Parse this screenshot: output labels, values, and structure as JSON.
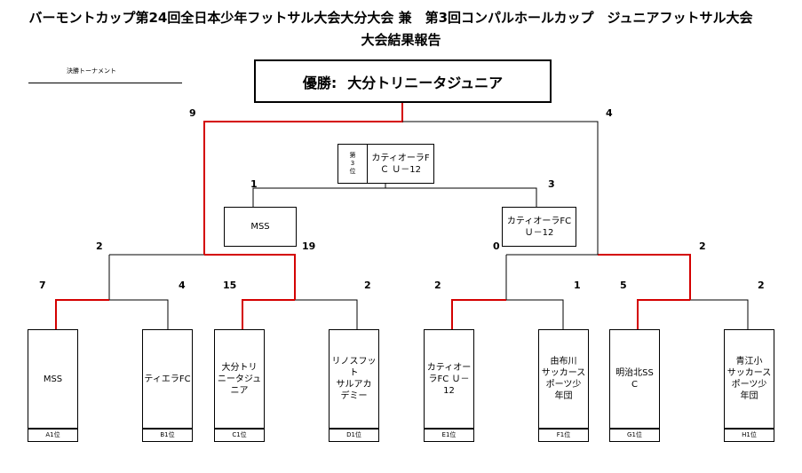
{
  "header": {
    "title": "バーモントカップ第24回全日本少年フットサル大会大分大会 兼　第3回コンパルホールカップ　ジュニアフットサル大会",
    "subtitle": "大会結果報告",
    "section_label": "決勝トーナメント"
  },
  "champion": {
    "label": "優勝:",
    "team": "大分トリニータジュニア"
  },
  "third_place": {
    "tag": "第\n3\n位",
    "team": "カティオーラF\nＣ Ｕ－12"
  },
  "semifinal_teams": {
    "left": "MSS",
    "right": "カティオーラFC\nＵ－12"
  },
  "teams": [
    {
      "name": "MSS",
      "rank": "A1位"
    },
    {
      "name": "ティエラFC",
      "rank": "B1位"
    },
    {
      "name": "大分トリ\nニータジュ\nニア",
      "rank": "C1位"
    },
    {
      "name": "リノスフット\nサルアカ\nデミー",
      "rank": "D1位"
    },
    {
      "name": "カティオー\nラFC Ｕ－\n12",
      "rank": "E1位"
    },
    {
      "name": "由布川\nサッカース\nポーツ少\n年団",
      "rank": "F1位"
    },
    {
      "name": "明治北SS\nC",
      "rank": "G1位"
    },
    {
      "name": "青江小\nサッカース\nポーツ少\n年団",
      "rank": "H1位"
    }
  ],
  "scores": {
    "final_left": "9",
    "final_right": "4",
    "third_left": "1",
    "third_right": "3",
    "sf1_left": "2",
    "sf1_right": "19",
    "sf2_left": "0",
    "sf2_right": "2",
    "qf1_left": "7",
    "qf1_right": "4",
    "qf2_left": "15",
    "qf2_right": "2",
    "qf3_left": "2",
    "qf3_right": "1",
    "qf4_left": "5",
    "qf4_right": "2"
  },
  "colors": {
    "winner_line": "#d40000",
    "line": "#000000"
  }
}
